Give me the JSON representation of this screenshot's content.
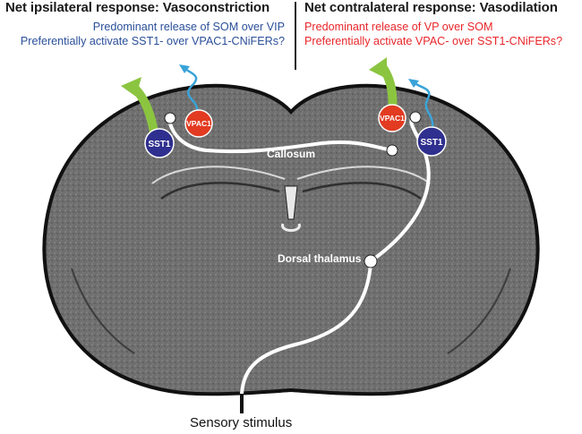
{
  "headings": {
    "left": "Net ipsilateral response: Vasoconstriction",
    "right": "Net contralateral response: Vasodilation"
  },
  "notes": {
    "left": [
      "Predominant release of SOM over VIP",
      "Preferentially activate SST1- over VPAC1-CNiFERs?"
    ],
    "right": [
      "Predominant release of VP over SOM",
      "Preferentially activate VPAC- over SST1-CNiFERs?"
    ]
  },
  "labels": {
    "callosum": "Callosum",
    "dorsal_thalamus": "Dorsal thalamus",
    "sensory_stimulus": "Sensory stimulus"
  },
  "cells": {
    "left_sst": "SST1",
    "left_vpac": "VPAC1",
    "right_vpac": "VPAC1",
    "right_sst": "SST1"
  },
  "colors": {
    "som_blue": "#2f2f8f",
    "vpac_red": "#e23b21",
    "green_arrow": "#8bc540",
    "cyan_arrow": "#3aa3d8",
    "left_text": "#2a4f9a",
    "right_text": "#e8262a"
  }
}
